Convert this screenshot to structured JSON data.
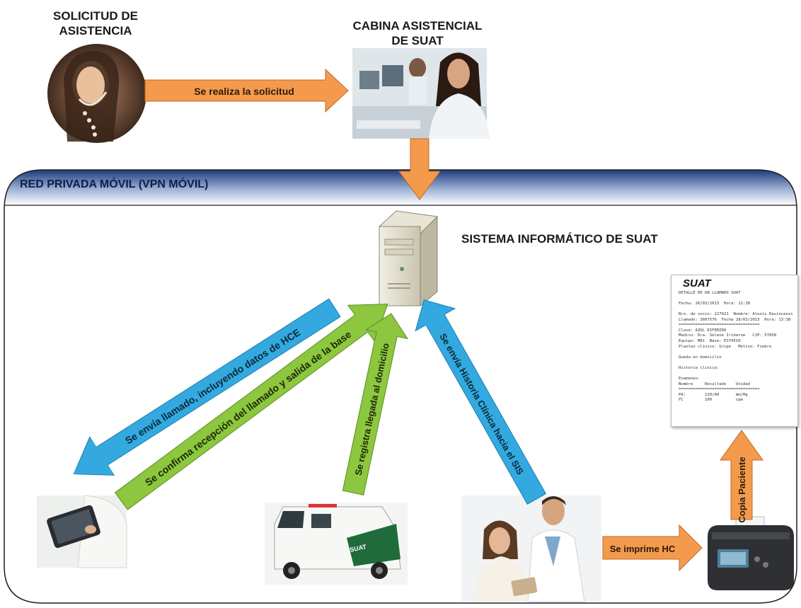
{
  "nodes": {
    "solicitud": "SOLICITUD DE\nASISTENCIA",
    "cabina": "CABINA ASISTENCIAL\nDE SUAT",
    "sistema": "SISTEMA INFORMÁTICO DE SUAT",
    "network": "RED PRIVADA MÓVIL (VPN MÓVIL)"
  },
  "arrows": {
    "solicitud": "Se realiza la solicitud",
    "envia_llamado": "Se envía llamado, incluyendo datos de HCE",
    "confirma": "Se confirma recepción del llamado y salida de la base",
    "llegada": "Se registra llegada al domicilio",
    "historia": "Se envía Historia Clínica hacia el SIS",
    "imprime": "Se imprime HC",
    "copia": "Copia Paciente"
  },
  "receipt": {
    "logo": "SUAT",
    "lines": [
      "DETALLE DE UN LLAMADO SUAT",
      "",
      "Fecha: 26/03/2013  Hora: 11:38",
      "",
      "Nro. de socio: 227921  Nombre: Alexis Devincenzi",
      "Llamado: 3607576  Fecha 28/03/2013  Hora: 13:38",
      "==================================",
      "Clase: AZUL DIFERIDO",
      "Medico: Dra. Selene Iribarne   CJP: 57658",
      "Equipo: M01  Base: EST4510",
      "Planteo clinico: Gripe   Motivo: Fiebre",
      "",
      "Queda en domicilio",
      "",
      "Historia clinica:",
      "",
      "Examenes:",
      "Nombre     Resultado    Unidad",
      "==================================",
      "PA:        120/80       mm/Hg",
      "FC         100          cpm"
    ]
  },
  "colors": {
    "orange": "#f49a4d",
    "blue": "#33a9e0",
    "green": "#8dc63f",
    "header_dark": "#1a3a7a",
    "header_light": "#ffffff"
  }
}
